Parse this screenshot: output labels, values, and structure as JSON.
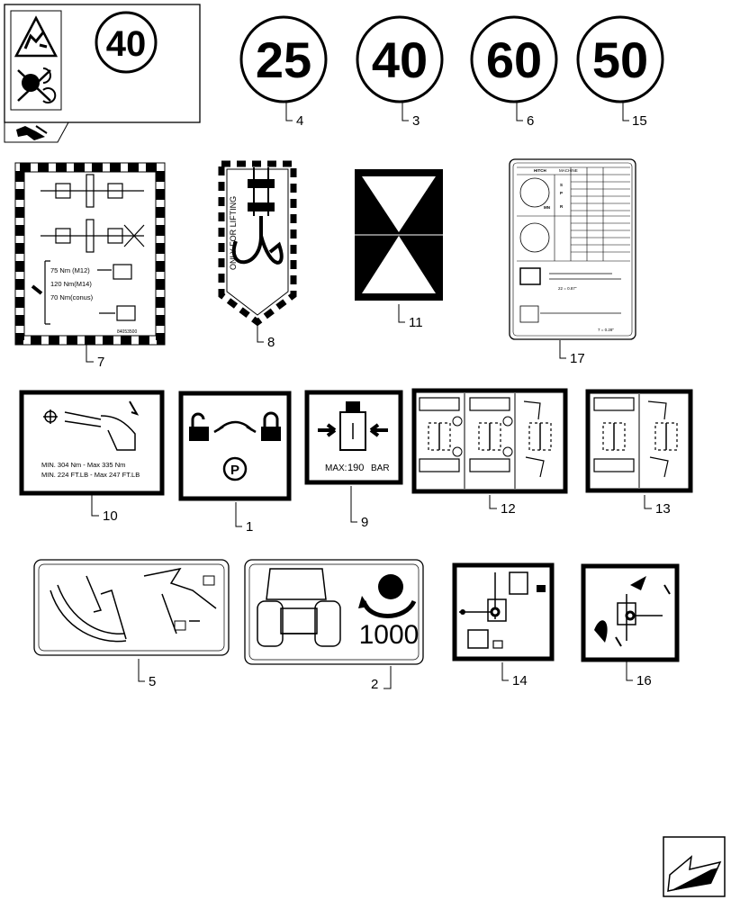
{
  "speed_signs": {
    "inset_speed": "40",
    "s25": "25",
    "s40": "40",
    "s60": "60",
    "s50": "50"
  },
  "refs": {
    "r1": "1",
    "r2": "2",
    "r3": "3",
    "r4": "4",
    "r5": "5",
    "r6": "6",
    "r7": "7",
    "r8": "8",
    "r9": "9",
    "r10": "10",
    "r11": "11",
    "r12": "12",
    "r13": "13",
    "r14": "14",
    "r15": "15",
    "r16": "16",
    "r17": "17"
  },
  "decal7": {
    "torque1": "75 Nm  (M12)",
    "torque2": "120 Nm(M14)",
    "torque3": "70 Nm(conus)",
    "part_number": "84053500"
  },
  "decal8": {
    "text": "ONLY FOR LIFTING"
  },
  "decal10": {
    "line1": "MIN. 304 Nm - Max 335 Nm",
    "line2": "MIN. 224 FT.LB - Max 247 FT.LB"
  },
  "decal9": {
    "max_label": "MAX:",
    "value": "190",
    "unit": "BAR"
  },
  "decal2": {
    "pto_speed": "1000"
  },
  "decal17": {
    "header": "HITCH",
    "col1": "MACHINE",
    "row_s": "S",
    "row_p": "P",
    "row_r": "R",
    "row_mn": "MN",
    "dim1": "22 = 0.87\"",
    "dim2": "7 = 0.28\""
  },
  "colors": {
    "ink": "#000000",
    "paper": "#ffffff"
  },
  "icons": [
    "warning-triangle-icon",
    "no-rotation-icon",
    "view-arrow-icon",
    "next-page-arrow-icon",
    "padlock-icon",
    "parking-brake-icon",
    "wrench-icon",
    "cylinder-pressure-icon",
    "tractor-icon",
    "pto-icon"
  ]
}
